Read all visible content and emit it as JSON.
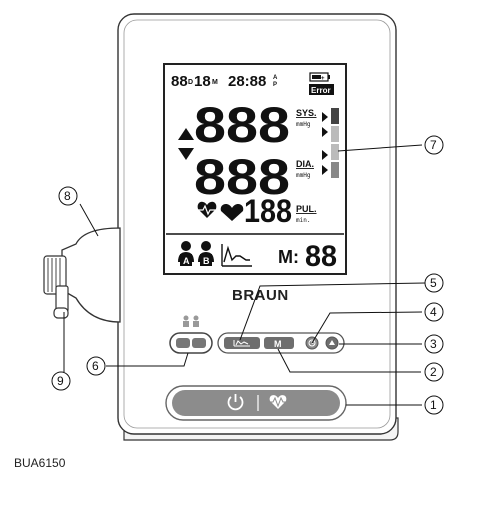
{
  "model": "BUA6150",
  "brand": "BRAUN",
  "display": {
    "date_digits": "88",
    "date_sep_d": "D",
    "date_digits_2": "18",
    "date_sep_m": "M",
    "time_digits": "28:88",
    "am": "A",
    "pm": "P",
    "error_label": "Error",
    "sys_value": "888",
    "dia_value": "888",
    "pul_value": "188",
    "sys_label": "SYS.",
    "dia_label": "DIA.",
    "pul_label": "PUL.",
    "mmhg_unit": "mmHg",
    "min_unit": "min.",
    "user_a": "A",
    "user_b": "B",
    "memory_label": "M:",
    "memory_value": "88"
  },
  "buttons": {
    "memory_label": "M"
  },
  "callouts": [
    "1",
    "2",
    "3",
    "4",
    "5",
    "6",
    "7",
    "8",
    "9"
  ],
  "colors": {
    "body_outline": "#333333",
    "screen_bg": "#ffffff",
    "button_gray": "#8c8c8c",
    "button_dark": "#6e6e6e",
    "indicator_dark": "#444444",
    "indicator_light": "#bbbbbb"
  }
}
